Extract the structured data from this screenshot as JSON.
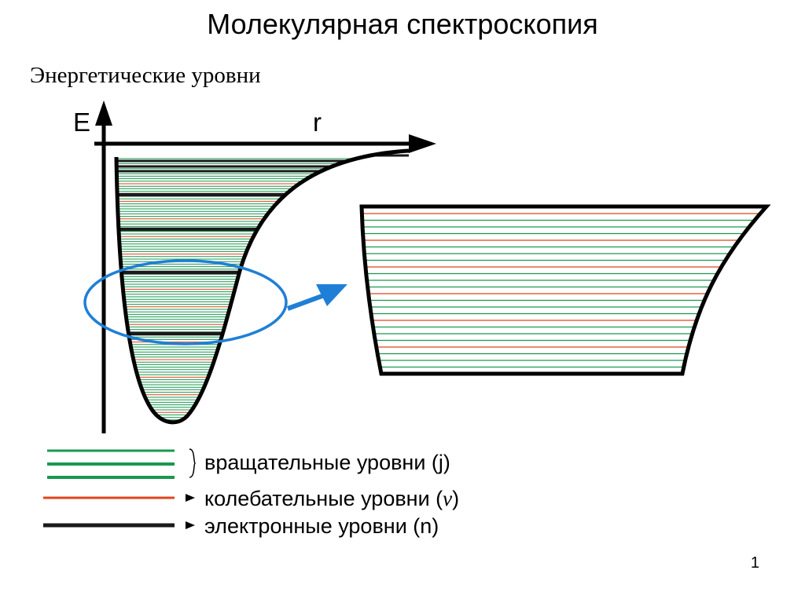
{
  "slide": {
    "title": "Молекулярная спектроскопия",
    "subtitle": "Энергетические уровни",
    "page_number": "1"
  },
  "axes": {
    "energy_label": "E",
    "distance_label": "r"
  },
  "legend": {
    "rotational": "вращательные уровни (j)",
    "vibrational_prefix": "колебательные уровни (",
    "vibrational_symbol": "v",
    "vibrational_suffix": ")",
    "electronic": "электронные уровни (n)"
  },
  "colors": {
    "rotational": "#1a9850",
    "vibrational": "#e0451c",
    "electronic": "#1a1a1a",
    "highlight": "#1f7fd6"
  }
}
